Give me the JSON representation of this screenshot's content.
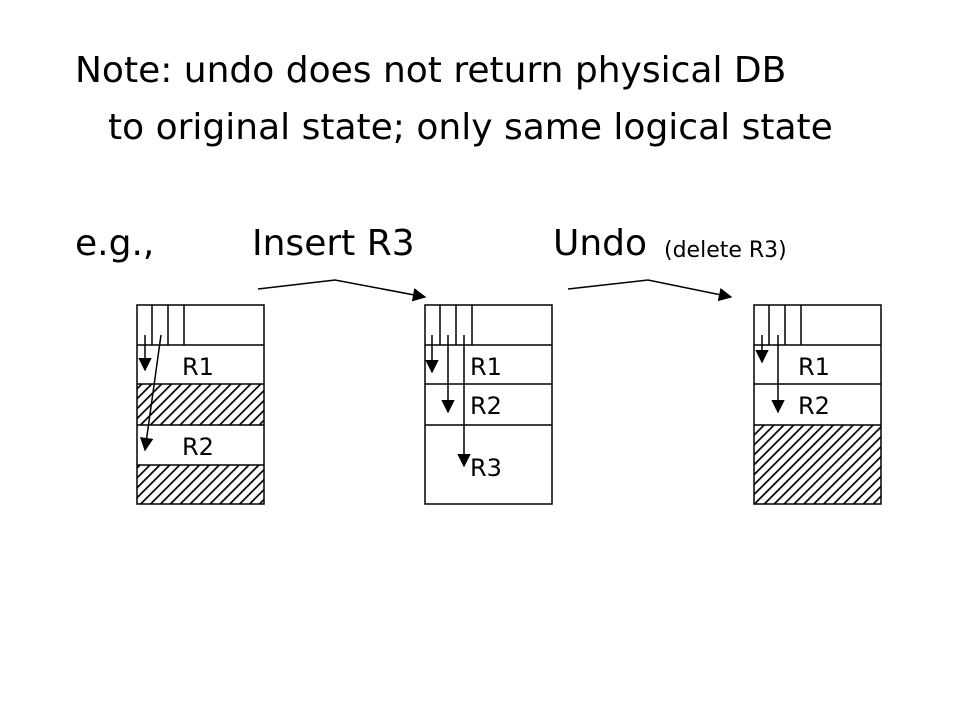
{
  "note": {
    "line1": "Note: undo does not return physical DB",
    "line2": "to original state; only same logical state"
  },
  "example": {
    "prefix": "e.g.,",
    "step1": "Insert R3",
    "step2": "Undo",
    "step2_detail": "(delete R3)"
  },
  "pages": [
    {
      "labels": [
        "R1",
        "R2"
      ]
    },
    {
      "labels": [
        "R1",
        "R2",
        "R3"
      ]
    },
    {
      "labels": [
        "R1",
        "R2"
      ]
    }
  ]
}
